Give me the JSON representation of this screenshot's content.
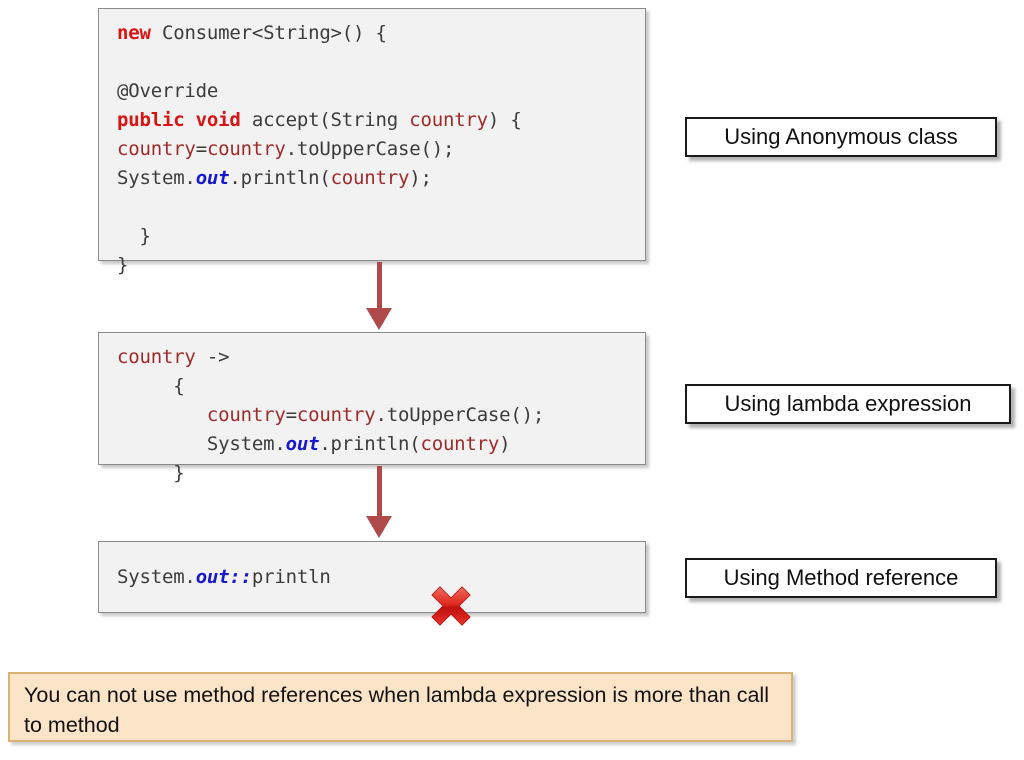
{
  "slide": {
    "title": "Java Consumer refactoring: anonymous class to lambda to method reference",
    "background": "#ffffff"
  },
  "colors": {
    "code_background": "#f2f2f2",
    "code_border": "#8a8a8a",
    "keyword": "#d81414",
    "variable": "#9e2a2a",
    "plain_text": "#3b3b3b",
    "stream_blue": "#1818cf",
    "arrow": "#b04a4a",
    "note_background": "#fbe4c8",
    "note_border": "#d8b277",
    "x_mark": "#d62222"
  },
  "code_blocks": [
    {
      "id": "anonymous-class",
      "lines": [
        [
          {
            "t": "new ",
            "c": "kw"
          },
          {
            "t": "Consumer<String>() {",
            "c": "plain"
          }
        ],
        [
          {
            "t": "",
            "c": "plain"
          }
        ],
        [
          {
            "t": "@Override",
            "c": "plain"
          }
        ],
        [
          {
            "t": "public void ",
            "c": "kw"
          },
          {
            "t": "accept(String ",
            "c": "plain"
          },
          {
            "t": "country",
            "c": "var"
          },
          {
            "t": ") {",
            "c": "plain"
          }
        ],
        [
          {
            "t": "country",
            "c": "var"
          },
          {
            "t": "=",
            "c": "plain"
          },
          {
            "t": "country",
            "c": "var"
          },
          {
            "t": ".toUpperCase();",
            "c": "plain"
          }
        ],
        [
          {
            "t": "System.",
            "c": "plain"
          },
          {
            "t": "out",
            "c": "blue"
          },
          {
            "t": ".println(",
            "c": "plain"
          },
          {
            "t": "country",
            "c": "var"
          },
          {
            "t": ");",
            "c": "plain"
          }
        ],
        [
          {
            "t": "",
            "c": "plain"
          }
        ],
        [
          {
            "t": "  }",
            "c": "plain"
          }
        ],
        [
          {
            "t": "}",
            "c": "plain"
          }
        ]
      ]
    },
    {
      "id": "lambda-expression",
      "lines": [
        [
          {
            "t": "country",
            "c": "var"
          },
          {
            "t": " ->",
            "c": "plain"
          }
        ],
        [
          {
            "t": "     {",
            "c": "plain"
          }
        ],
        [
          {
            "t": "        ",
            "c": "plain"
          },
          {
            "t": "country",
            "c": "var"
          },
          {
            "t": "=",
            "c": "plain"
          },
          {
            "t": "country",
            "c": "var"
          },
          {
            "t": ".toUpperCase();",
            "c": "plain"
          }
        ],
        [
          {
            "t": "        System.",
            "c": "plain"
          },
          {
            "t": "out",
            "c": "blue"
          },
          {
            "t": ".println(",
            "c": "plain"
          },
          {
            "t": "country",
            "c": "var"
          },
          {
            "t": ")",
            "c": "plain"
          }
        ],
        [
          {
            "t": "     }",
            "c": "plain"
          }
        ]
      ]
    },
    {
      "id": "method-reference",
      "lines": [
        [
          {
            "t": "System.",
            "c": "plain"
          },
          {
            "t": "out::",
            "c": "blue"
          },
          {
            "t": "println",
            "c": "plain"
          }
        ]
      ],
      "invalid_marker": "x-mark"
    }
  ],
  "labels": [
    {
      "id": "label-anonymous-class",
      "text": "Using Anonymous class"
    },
    {
      "id": "label-lambda",
      "text": "Using lambda expression"
    },
    {
      "id": "label-method-reference",
      "text": "Using Method reference"
    }
  ],
  "arrows": [
    {
      "id": "arrow-anonymous-to-lambda",
      "direction": "down"
    },
    {
      "id": "arrow-lambda-to-methodref",
      "direction": "down"
    }
  ],
  "note": {
    "text": "You can not use method references when lambda expression is more than call to method"
  }
}
